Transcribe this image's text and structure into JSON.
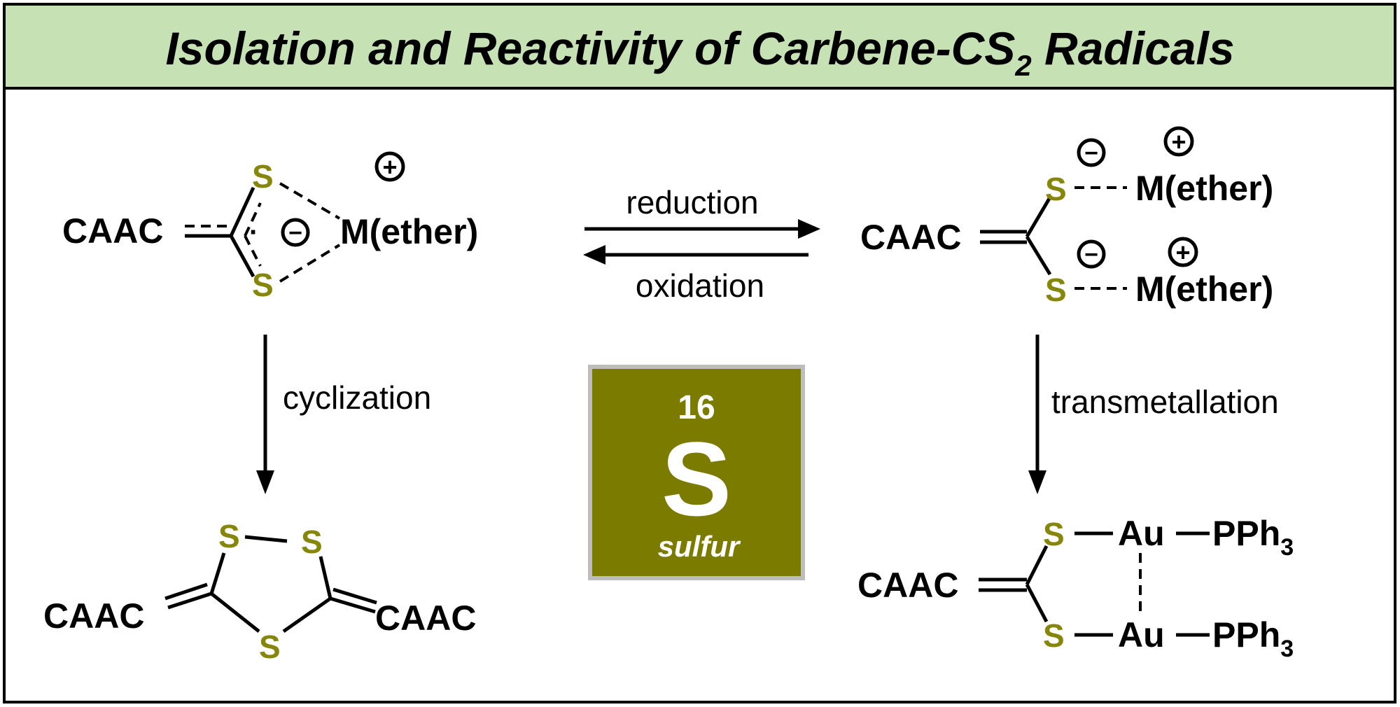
{
  "title": {
    "main": "Isolation and Reactivity of Carbene-CS",
    "sub": "2",
    "tail": " Radicals"
  },
  "colors": {
    "header_bg": "#c6e2b4",
    "sulfur": "#86860a",
    "element_box": "#7b7b00"
  },
  "left_top": {
    "caac": "CAAC",
    "s": "S",
    "metal": "M(ether)",
    "plus": "+",
    "minus": "−",
    "radical": "·"
  },
  "arrows": {
    "forward": "reduction",
    "backward": "oxidation",
    "left_down": "cyclization",
    "right_down": "transmetallation"
  },
  "right_top": {
    "caac": "CAAC",
    "s": "S",
    "metal": "M(ether)",
    "plus": "+",
    "minus": "−"
  },
  "element": {
    "number": "16",
    "symbol": "S",
    "name": "sulfur"
  },
  "left_bottom": {
    "caac": "CAAC",
    "s": "S"
  },
  "right_bottom": {
    "caac": "CAAC",
    "s": "S",
    "au": "Au",
    "pph": "PPh",
    "pph_sub": "3"
  }
}
